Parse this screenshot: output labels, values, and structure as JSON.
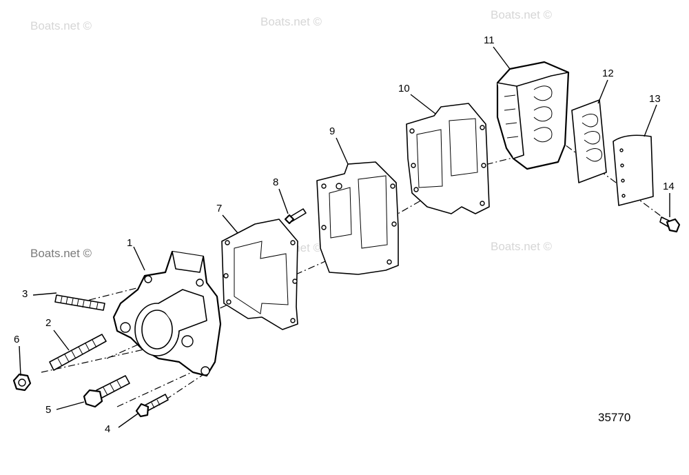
{
  "watermark": "Boats.net ©",
  "diagram_code": "35770",
  "callouts": [
    "1",
    "2",
    "3",
    "4",
    "5",
    "6",
    "7",
    "8",
    "9",
    "10",
    "11",
    "12",
    "13",
    "14"
  ]
}
